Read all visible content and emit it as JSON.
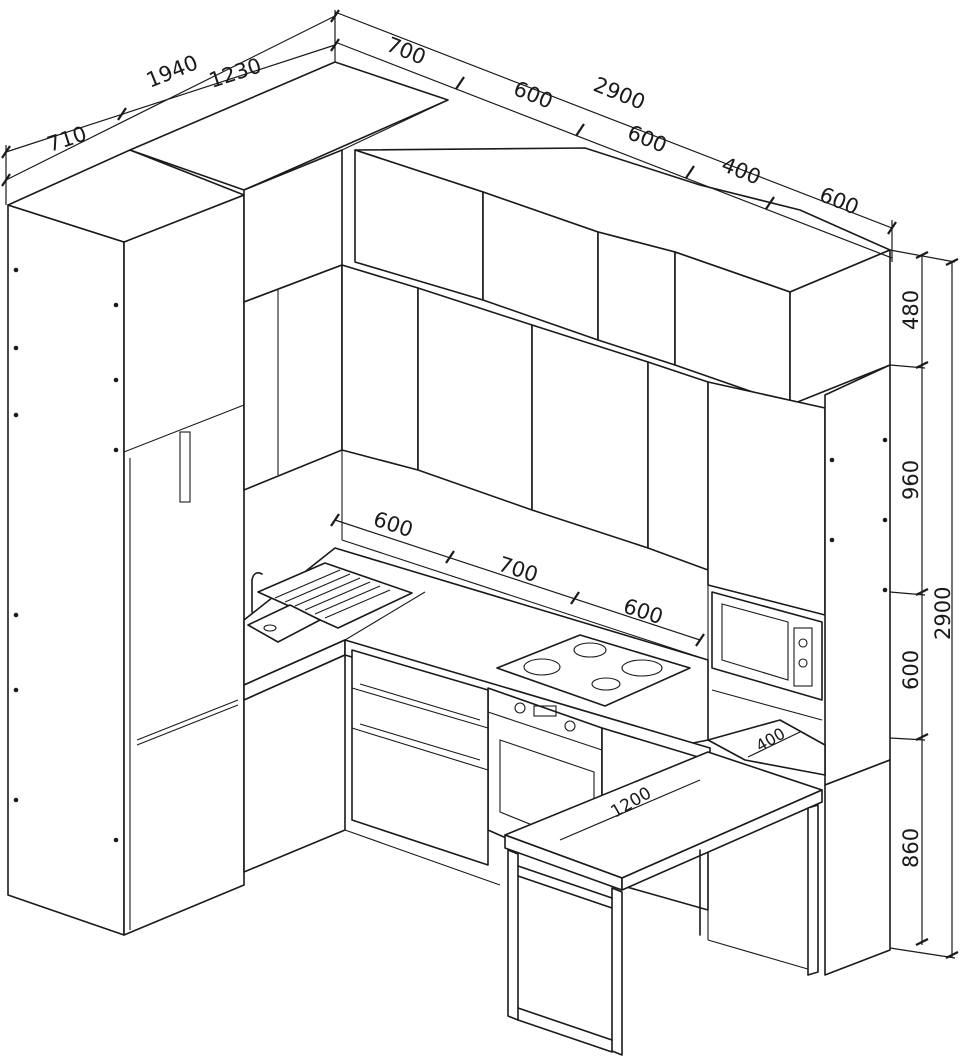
{
  "diagram": {
    "dimensions": {
      "top_total_left": "1940",
      "top_left_a": "710",
      "top_left_b": "1230",
      "top_right_total": "2900",
      "top_right_a": "700",
      "top_right_b": "600",
      "top_right_c": "600",
      "top_right_d": "400",
      "top_right_e": "600",
      "height_total": "2900",
      "height_upper": "480",
      "height_middle": "960",
      "height_micro": "600",
      "height_base": "860",
      "counter_a": "600",
      "counter_b": "700",
      "counter_c": "600",
      "bar_length": "1200",
      "bar_depth": "400"
    }
  }
}
